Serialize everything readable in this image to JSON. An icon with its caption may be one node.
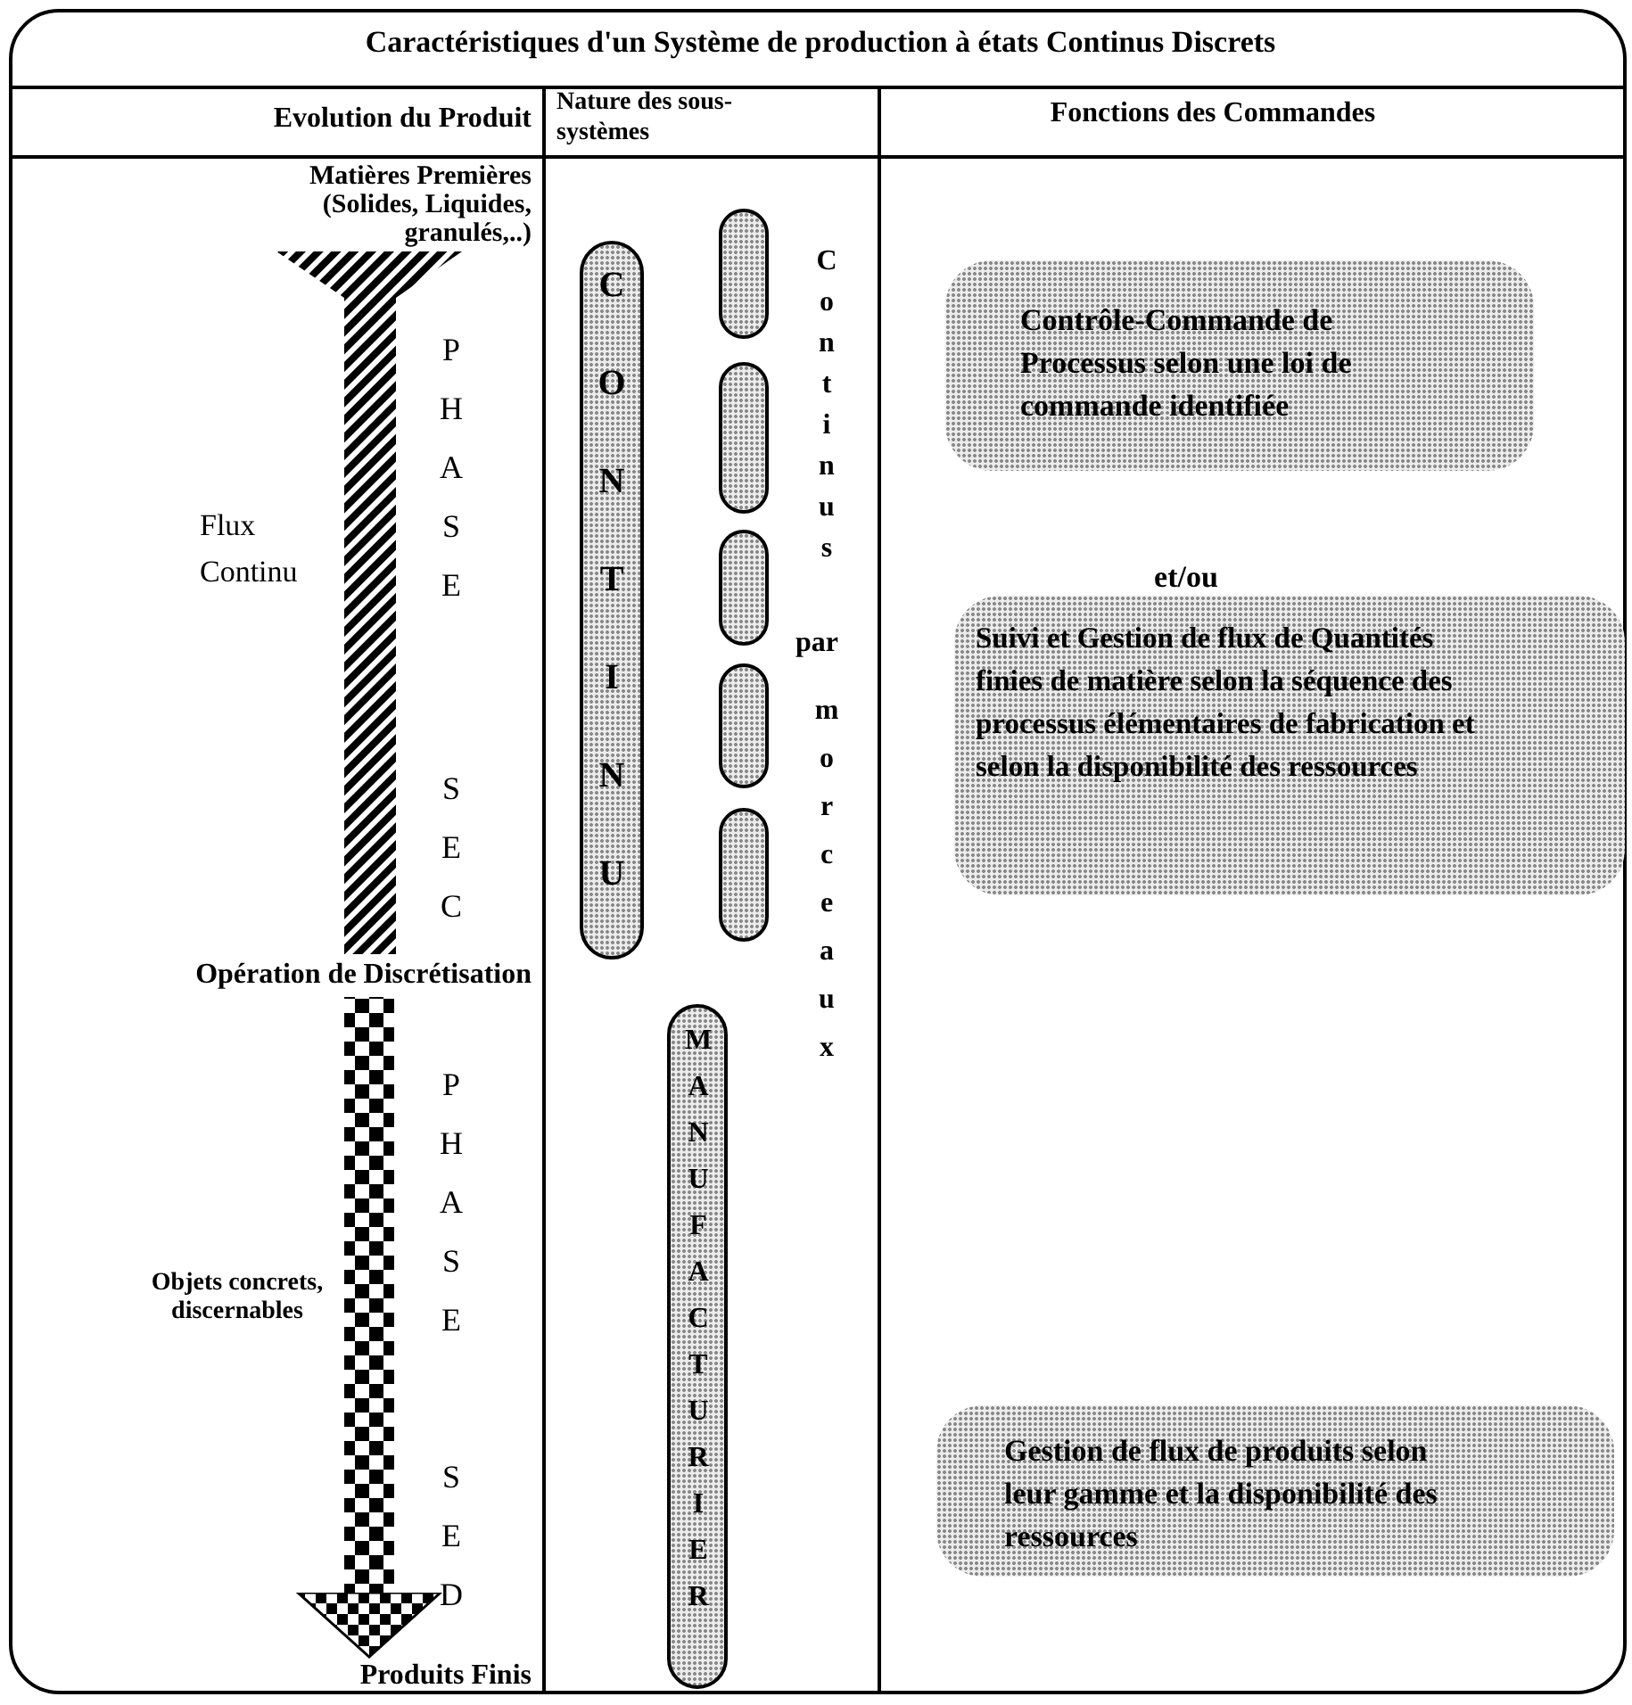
{
  "diagram": {
    "title": "Caractéristiques d'un Système de production à états Continus Discrets",
    "nodes": [
      {
        "text": [
          "Matières Premières (Solides, Liquides, granulés,..)"
        ]
      },
      {
        "text": [
          "Opération de Discrétisation"
        ]
      },
      {
        "text": [
          "Produits Finis"
        ]
      },
      {
        "text": [
          "CONTINU"
        ]
      },
      {
        "text": [],
        "shape": "capsule"
      },
      {
        "text": [],
        "shape": "capsule"
      },
      {
        "text": [],
        "shape": "capsule"
      },
      {
        "text": [],
        "shape": "capsule"
      },
      {
        "text": [],
        "shape": "capsule"
      },
      {
        "text": [
          "MANUFACTURIER"
        ]
      },
      {
        "text": [
          "Contrôle-Commande de Processus selon une loi de commande identifiée"
        ]
      },
      {
        "text": [
          "Suivi et Gestion de flux de Quantités finies de matière selon la séquence des processus élémentaires de fabrication et selon la disponibilité des ressources"
        ]
      },
      {
        "text": [
          "Gestion de flux de produits selon leur gamme et la disponibilité des ressources"
        ]
      }
    ],
    "edges": [
      {
        "from": 0,
        "to": 1,
        "arrow": "none"
      },
      {
        "from": 1,
        "to": 2,
        "arrow": "to"
      }
    ],
    "labels": [
      "Evolution du Produit",
      "Nature des sous-systèmes",
      "Fonctions des Commandes",
      "Continus",
      "PHASE SEC",
      "Flux Continu",
      "et/ou",
      "par",
      "morceaux",
      "PHASE SED",
      "Objets concrets, discernables"
    ]
  }
}
